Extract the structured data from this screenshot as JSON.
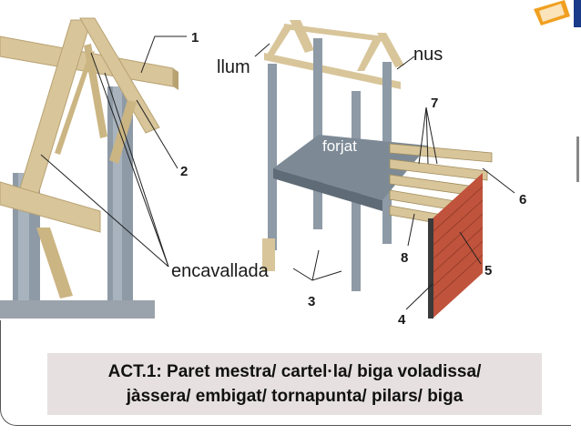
{
  "labels": {
    "n1": "1",
    "llum": "llum",
    "nus": "nus",
    "n7": "7",
    "forjat": "forjat",
    "n2": "2",
    "n6": "6",
    "encavallada": "encavallada",
    "n8": "8",
    "n5": "5",
    "n3": "3",
    "n4": "4"
  },
  "caption": {
    "line1": "ACT.1: Paret mestra/ cartel·la/ biga voladissa/",
    "line2": "jàssera/ embigat/ tornapunta/ pilars/ biga"
  },
  "colors": {
    "wood": "#d8c59a",
    "wood_dark": "#b8a272",
    "pillar": "#8e9aa6",
    "slab": "#7d8a96",
    "brick": "#c0533c",
    "caption_bg": "#e6e0e0",
    "corner_icon": "#f0a020"
  }
}
